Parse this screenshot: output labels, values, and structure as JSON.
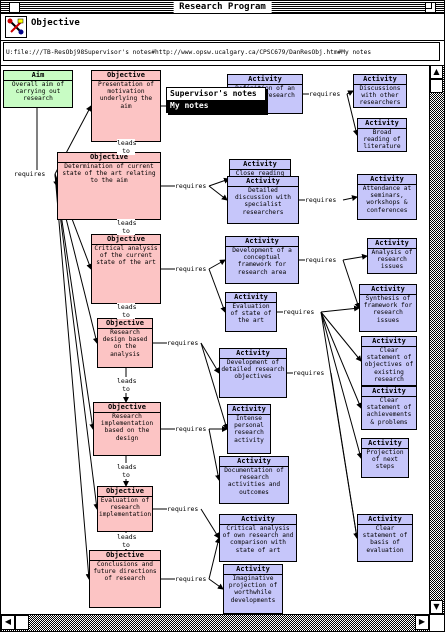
{
  "window": {
    "title": "Research Program"
  },
  "header": {
    "node_type": "Objective"
  },
  "url": "U:file:///TB-ResObj98Supervisor's notes#http://www.opsw.ucalgary.ca/CPSC679/DanResObj.htm#My notes",
  "popup": {
    "items": [
      "Supervisor's notes",
      "My notes"
    ]
  },
  "labels": {
    "requires": "requires",
    "leads_to": "leads\nto"
  },
  "aim": {
    "head": "Aim",
    "body": "Overall aim of carrying out research"
  },
  "objectives": [
    {
      "head": "Objective",
      "body": "Presentation of motivation underlying the aim"
    },
    {
      "head": "Objective",
      "body": "Determination of current state of the art relating to the aim"
    },
    {
      "head": "Objective",
      "body": "Critical analysis of the current state of the art"
    },
    {
      "head": "Objective",
      "body": "Research design based on the analysis"
    },
    {
      "head": "Objective",
      "body": "Research implementation based on the design"
    },
    {
      "head": "Objective",
      "body": "Evaluation of research implementation"
    },
    {
      "head": "Objective",
      "body": "Conclusions and future directions of research"
    }
  ],
  "activities": [
    {
      "head": "Activity",
      "body": "Definition of an area of research"
    },
    {
      "head": "Activity",
      "body": "Discussions with other researchers"
    },
    {
      "head": "Activity",
      "body": "Broad reading of literature"
    },
    {
      "head": "Activity",
      "body": "Close reading of relevant literature"
    },
    {
      "head": "Activity",
      "body": "Detailed discussion with specialist researchers"
    },
    {
      "head": "Activity",
      "body": "Attendance at seminars, workshops & conferences"
    },
    {
      "head": "Activity",
      "body": "Development of a conceptual framework for research area"
    },
    {
      "head": "Activity",
      "body": "Analysis of research issues"
    },
    {
      "head": "Activity",
      "body": "Evaluation of state of the art"
    },
    {
      "head": "Activity",
      "body": "Synthesis of framework for research issues"
    },
    {
      "head": "Activity",
      "body": "Clear statement of objectives of existing research"
    },
    {
      "head": "Activity",
      "body": "Development of detailed research objectives"
    },
    {
      "head": "Activity",
      "body": "Clear statement of achievements & problems"
    },
    {
      "head": "Activity",
      "body": "Intense personal research activity"
    },
    {
      "head": "Activity",
      "body": "Projection of next steps"
    },
    {
      "head": "Activity",
      "body": "Documentation of research activities and outcomes"
    },
    {
      "head": "Activity",
      "body": "Critical analysis of own research and comparison with state of art"
    },
    {
      "head": "Activity",
      "body": "Clear statement of basis of evaluation"
    },
    {
      "head": "Activity",
      "body": "Imaginative projection of worthwhile developments"
    }
  ],
  "colors": {
    "objective": "#fcc4c4",
    "activity": "#c6c6fa",
    "aim": "#c8fcc4"
  }
}
